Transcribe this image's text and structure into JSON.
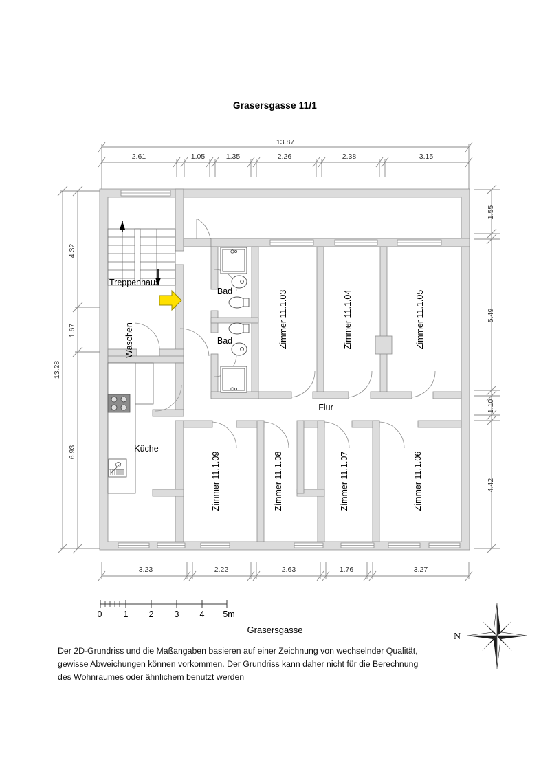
{
  "document": {
    "title": "Grasersgasse 11/1",
    "street_label": "Grasersgasse",
    "disclaimer_line1": "Der 2D-Grundriss und die Maßangaben basieren auf einer Zeichnung von wechselnder Qualität,",
    "disclaimer_line2": "gewisse Abweichungen können vorkommen. Der Grundriss kann daher nicht für die Berechnung",
    "disclaimer_line3": "des Wohnraumes oder ähnlichem benutzt werden"
  },
  "colors": {
    "wall_fill": "#dcdcdc",
    "wall_stroke": "#8c8c8c",
    "room_fill": "#ffffff",
    "dimension_line": "#8a8a8a",
    "text": "#000000",
    "entrance_arrow": "#ffe000",
    "entrance_arrow_stroke": "#9a8a00",
    "fixture_stroke": "#555555",
    "stove_fill": "#8c8c8c",
    "compass_fill": "#111111"
  },
  "rooms": [
    {
      "id": "treppenhaus",
      "label": "Treppenhaus",
      "orientation": "horizontal"
    },
    {
      "id": "waschen",
      "label": "Waschen",
      "orientation": "vertical"
    },
    {
      "id": "kueche",
      "label": "Küche",
      "orientation": "horizontal"
    },
    {
      "id": "bad-oben",
      "label": "Bad",
      "orientation": "horizontal"
    },
    {
      "id": "bad-unten",
      "label": "Bad",
      "orientation": "horizontal"
    },
    {
      "id": "flur",
      "label": "Flur",
      "orientation": "horizontal"
    },
    {
      "id": "zimmer-11-1-03",
      "label": "Zimmer 11.1.03",
      "orientation": "vertical"
    },
    {
      "id": "zimmer-11-1-04",
      "label": "Zimmer 11.1.04",
      "orientation": "vertical"
    },
    {
      "id": "zimmer-11-1-05",
      "label": "Zimmer 11.1.05",
      "orientation": "vertical"
    },
    {
      "id": "zimmer-11-1-06",
      "label": "Zimmer 11.1.06",
      "orientation": "vertical"
    },
    {
      "id": "zimmer-11-1-07",
      "label": "Zimmer 11.1.07",
      "orientation": "vertical"
    },
    {
      "id": "zimmer-11-1-08",
      "label": "Zimmer 11.1.08",
      "orientation": "vertical"
    },
    {
      "id": "zimmer-11-1-09",
      "label": "Zimmer 11.1.09",
      "orientation": "vertical"
    }
  ],
  "dimensions": {
    "top_overall": "13.87",
    "top_chain": [
      "2.61",
      "1.05",
      "1.35",
      "2.26",
      "2.38",
      "3.15"
    ],
    "bottom_chain": [
      "3.23",
      "2.22",
      "2.63",
      "1.76",
      "3.27"
    ],
    "left_overall": "13.28",
    "left_chain": [
      "4.32",
      "1.67",
      "6.93"
    ],
    "right_chain": [
      "1.55",
      "5.49",
      "1.10",
      "4.42"
    ]
  },
  "scale_bar": {
    "ticks": [
      "0",
      "1",
      "2",
      "3",
      "4",
      "5m"
    ]
  },
  "compass": {
    "label": "N"
  }
}
